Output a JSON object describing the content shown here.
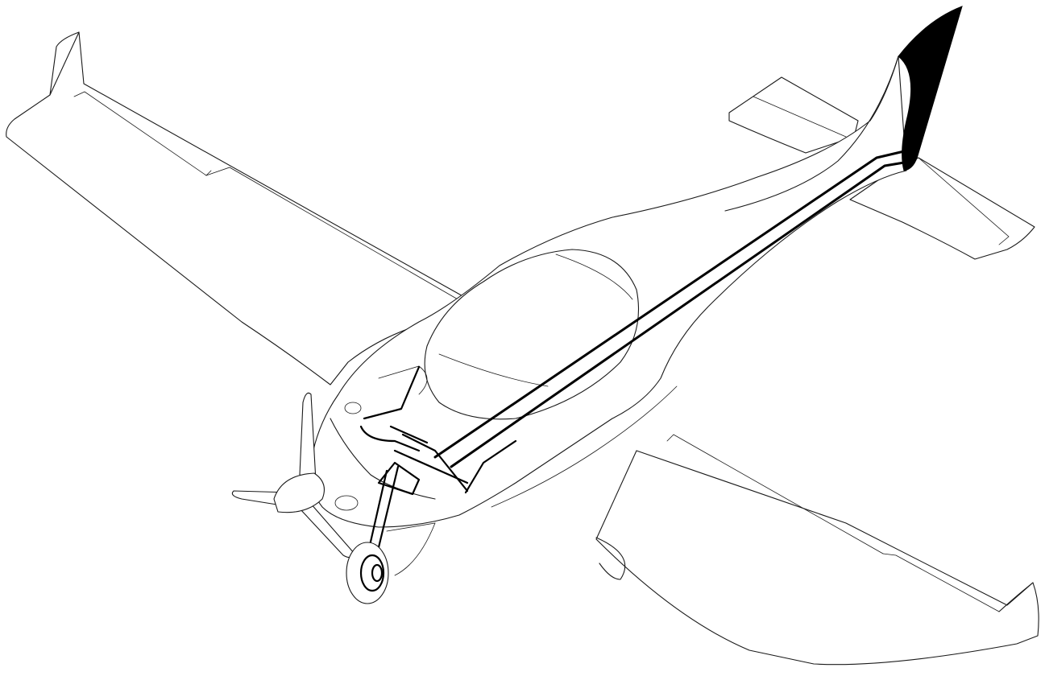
{
  "figure": {
    "subject": "aircraft-isometric-line-drawing",
    "style": "monochrome technical line art",
    "highlight_color": "#000000",
    "line_color": "#1a1a1a",
    "background_color": "#ffffff",
    "highlighted_parts": [
      "rudder",
      "control-cable-run",
      "nose-gear-steering-linkage"
    ]
  }
}
